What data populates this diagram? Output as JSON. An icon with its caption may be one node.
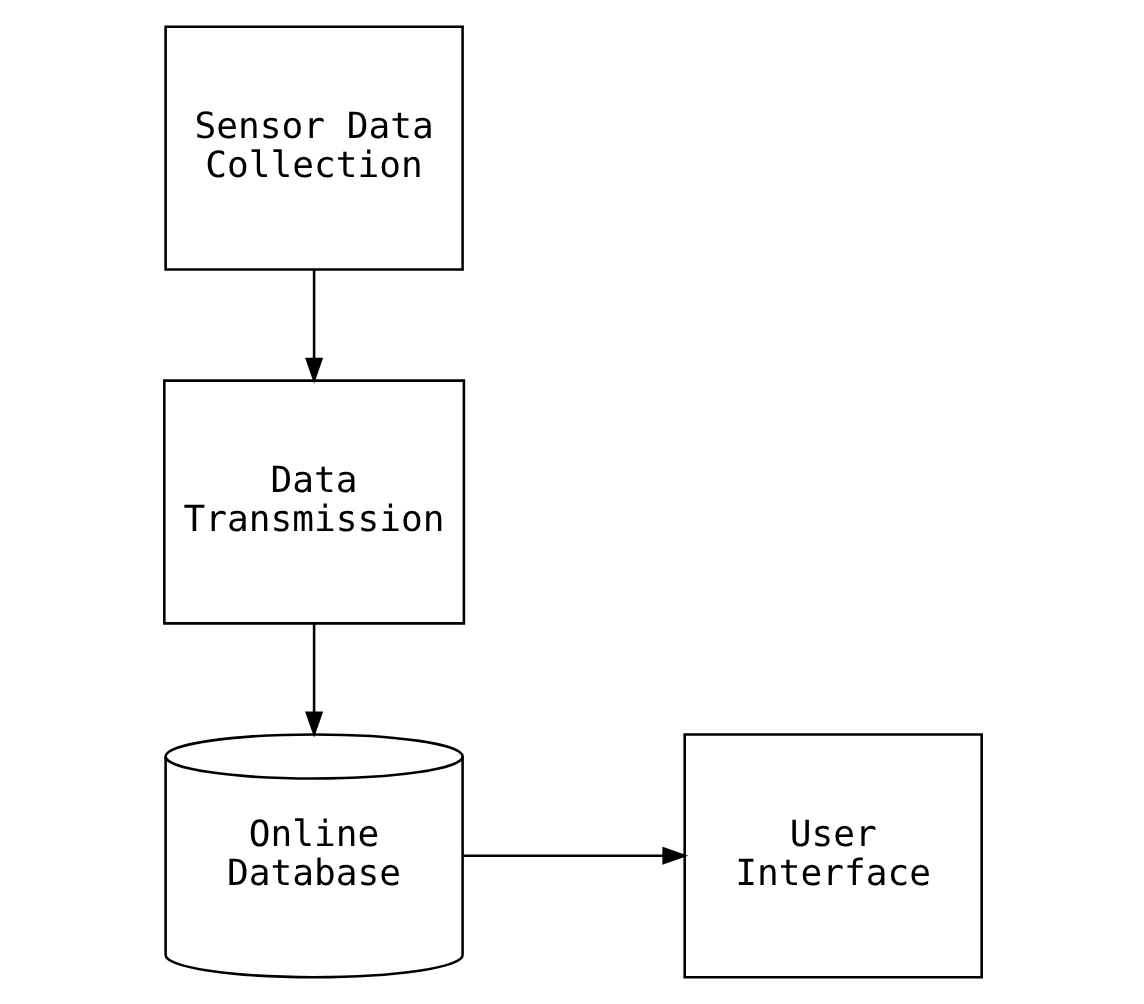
{
  "diagram": {
    "nodes": [
      {
        "text": [
          "Sensor Data Collection"
        ]
      },
      {
        "text": [
          "Data Transmission"
        ]
      },
      {
        "text": [
          "Online Database"
        ]
      },
      {
        "text": [
          "User Interface"
        ]
      }
    ],
    "edges": [
      {
        "from": 0,
        "to": 1,
        "arrow": "to"
      },
      {
        "from": 1,
        "to": 2,
        "arrow": "to"
      },
      {
        "from": 2,
        "to": 3,
        "arrow": "to"
      }
    ]
  }
}
